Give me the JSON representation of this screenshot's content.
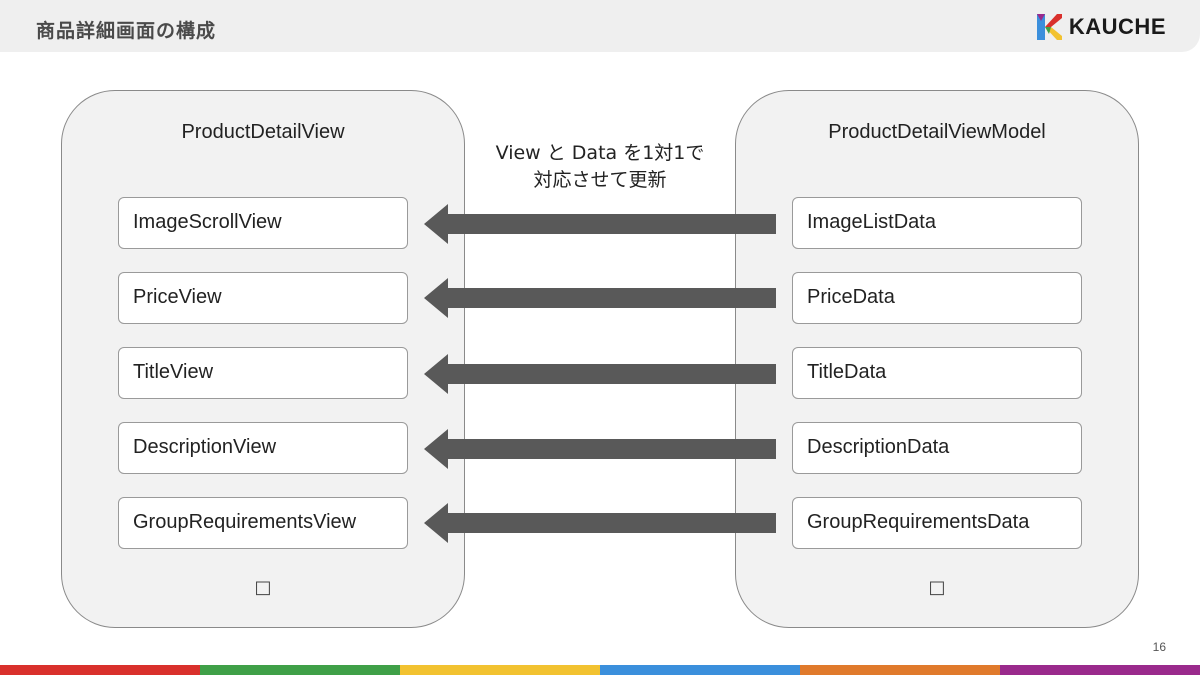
{
  "header": {
    "title": "商品詳細画面の構成",
    "logo_text": "KAUCHE"
  },
  "left_panel": {
    "title": "ProductDetailView",
    "items": [
      {
        "label": "ImageScrollView"
      },
      {
        "label": "PriceView"
      },
      {
        "label": "TitleView"
      },
      {
        "label": "DescriptionView"
      },
      {
        "label": "GroupRequirementsView"
      }
    ],
    "bottom_glyph": "□"
  },
  "right_panel": {
    "title": "ProductDetailViewModel",
    "items": [
      {
        "label": "ImageListData"
      },
      {
        "label": "PriceData"
      },
      {
        "label": "TitleData"
      },
      {
        "label": "DescriptionData"
      },
      {
        "label": "GroupRequirementsData"
      }
    ],
    "bottom_glyph": "□"
  },
  "caption": {
    "line1": "View と Data を1対1で",
    "line2": "対応させて更新"
  },
  "arrows": {
    "direction": "right-to-left",
    "color": "#595959",
    "icon": "left-arrow-icon"
  },
  "footer": {
    "page_number": "16",
    "stripe_colors": [
      "#d9302c",
      "#3fa048",
      "#f2c230",
      "#3b8fdc",
      "#e07a2c",
      "#9a2a8c"
    ]
  }
}
